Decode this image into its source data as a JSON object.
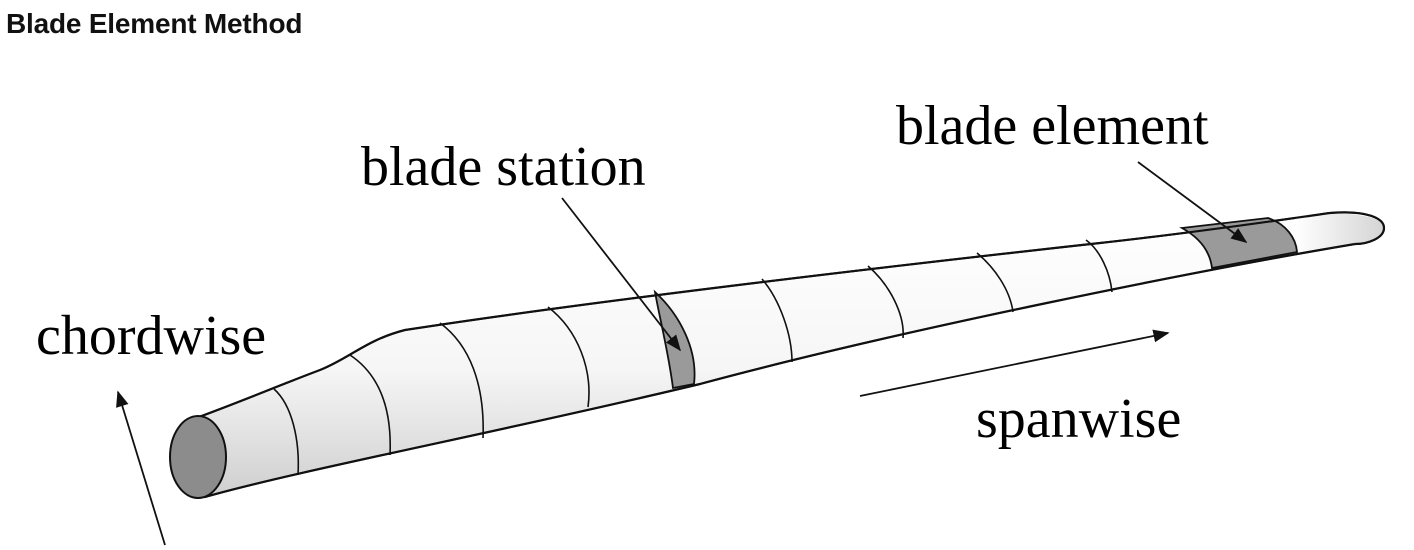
{
  "title": "Blade Element Method",
  "labels": {
    "blade_element": "blade element",
    "blade_station": "blade station",
    "chordwise": "chordwise",
    "spanwise": "spanwise"
  },
  "colors": {
    "outline": "#111111",
    "highlight": "#9a9a9a",
    "root": "#8c8c8c",
    "blade_light": "#ffffff",
    "blade_shade": "#cfcfcf"
  }
}
